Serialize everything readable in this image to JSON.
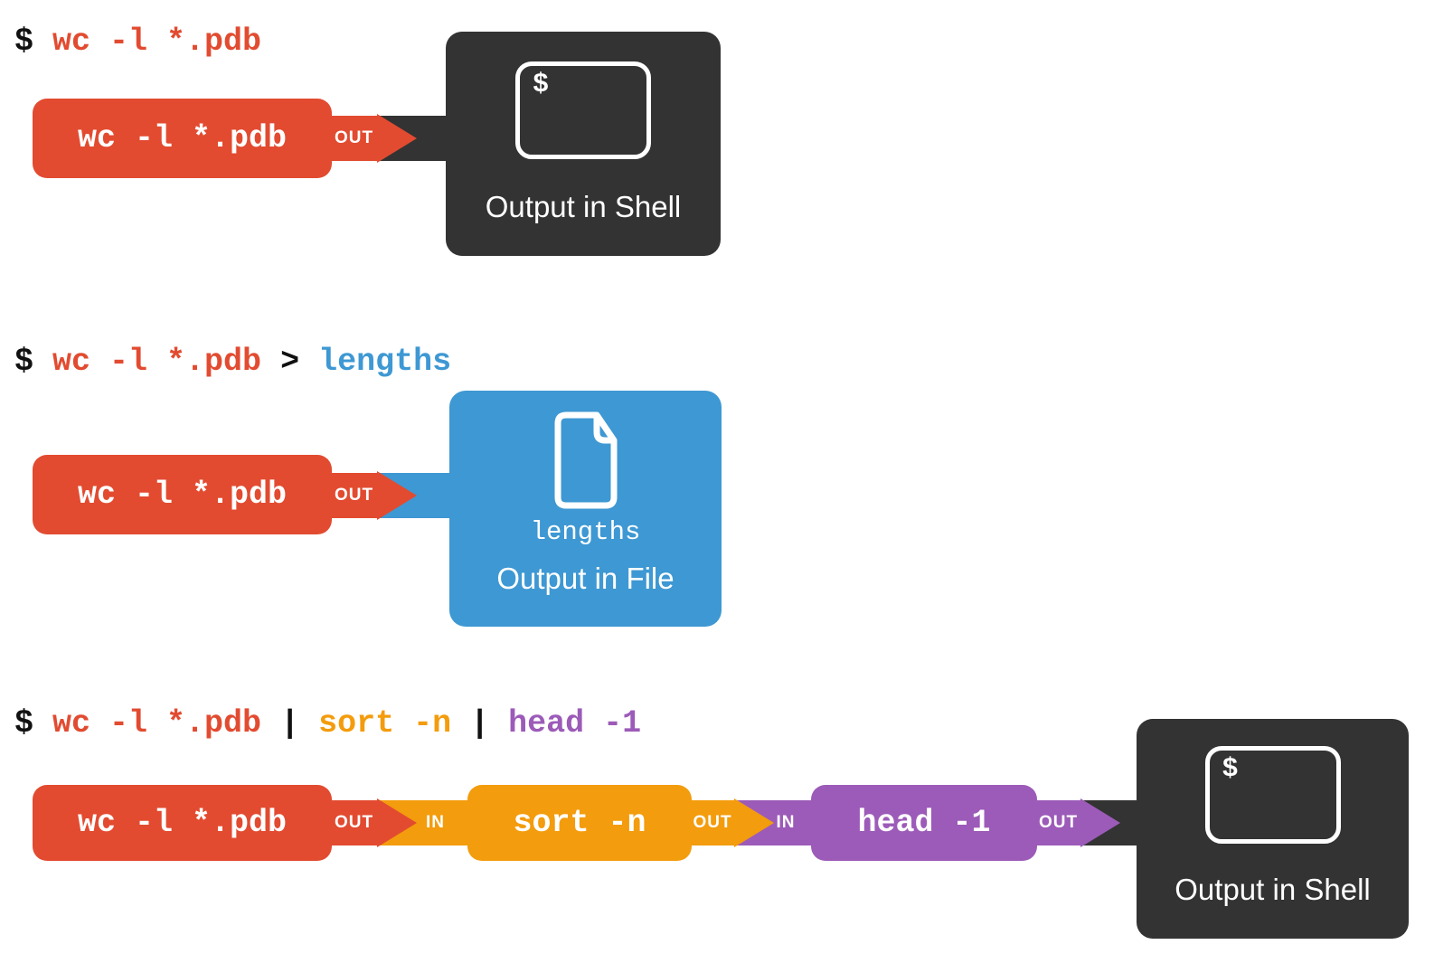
{
  "colors": {
    "red": "#E24B30",
    "orange": "#F39C0D",
    "purple": "#9C5BB8",
    "blue": "#3E98D3",
    "dark": "#333333",
    "ink": "#111111",
    "white": "#FFFFFF"
  },
  "labels": {
    "out": "OUT",
    "in": "IN",
    "pipe": "|",
    "redirect": ">"
  },
  "rows": [
    {
      "command": {
        "prompt": "$",
        "cmd": "wc -l *.pdb"
      },
      "process": {
        "label": "wc -l *.pdb"
      },
      "sink": {
        "kind": "shell",
        "terminal_prompt": "$",
        "caption": "Output in Shell"
      }
    },
    {
      "command": {
        "prompt": "$",
        "cmd": "wc -l *.pdb",
        "redirect": ">",
        "file": "lengths"
      },
      "process": {
        "label": "wc -l *.pdb"
      },
      "sink": {
        "kind": "file",
        "filename": "lengths",
        "caption": "Output in File"
      }
    },
    {
      "command": {
        "prompt": "$",
        "cmd1": "wc -l *.pdb",
        "pipe": "|",
        "cmd2": "sort -n",
        "cmd3": "head -1"
      },
      "processes": [
        {
          "label": "wc -l *.pdb"
        },
        {
          "label": "sort -n"
        },
        {
          "label": "head -1"
        }
      ],
      "sink": {
        "kind": "shell",
        "terminal_prompt": "$",
        "caption": "Output in Shell"
      }
    }
  ]
}
